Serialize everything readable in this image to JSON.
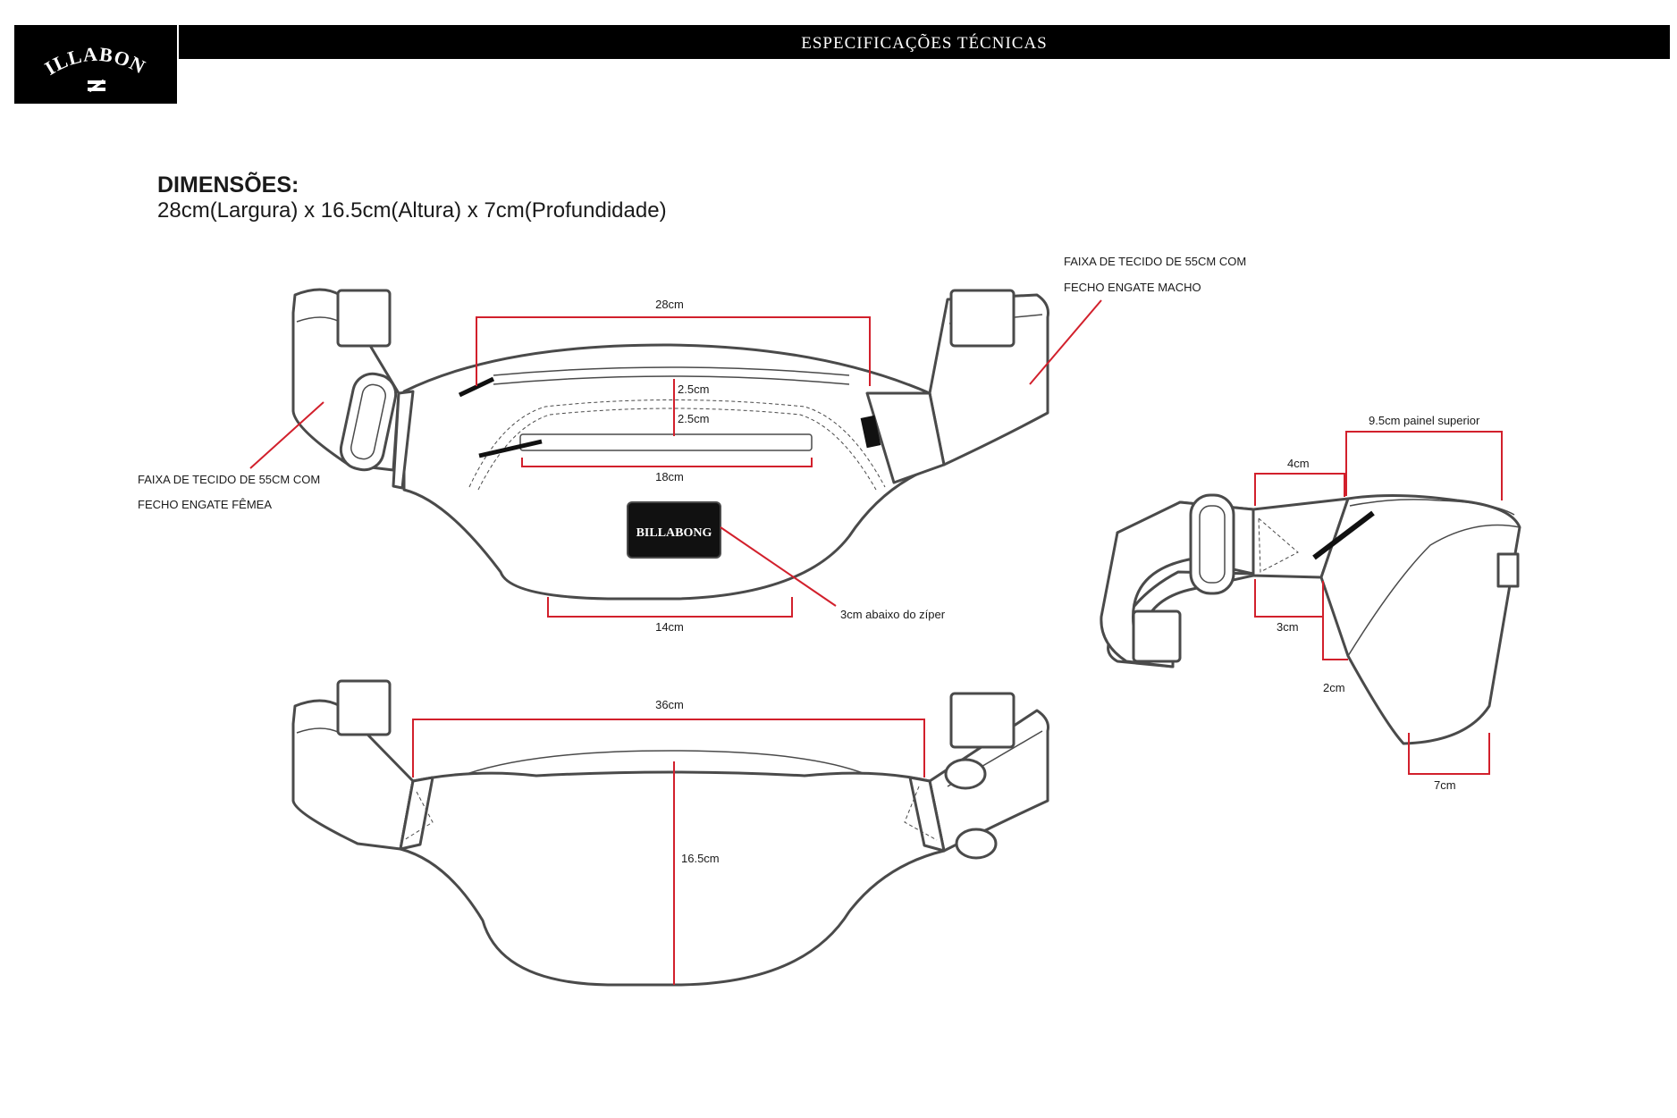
{
  "brand": {
    "logo_text": "BILLABONG"
  },
  "header": {
    "title": "ESPECIFICAÇÕES TÉCNICAS"
  },
  "dimensions": {
    "heading": "DIMENSÕES:",
    "summary": "28cm(Largura) x 16.5cm(Altura) x 7cm(Profundidade)"
  },
  "front_view": {
    "width_top": "28cm",
    "zip_gap_1": "2.5cm",
    "zip_gap_2": "2.5cm",
    "pocket_zip": "18cm",
    "bottom_width": "14cm",
    "patch_note": "3cm abaixo do zíper",
    "strap_left_line1": "FAIXA DE TECIDO DE 55CM COM",
    "strap_left_line2": "FECHO ENGATE FÊMEA",
    "strap_right_line1": "FAIXA DE TECIDO DE 55CM COM",
    "strap_right_line2": "FECHO ENGATE MACHO"
  },
  "back_view": {
    "width": "36cm",
    "height": "16.5cm"
  },
  "side_view": {
    "top_panel": "9.5cm painel superior",
    "strap_tab": "4cm",
    "bottom_tab": "3cm",
    "side_gap": "2cm",
    "depth": "7cm"
  }
}
